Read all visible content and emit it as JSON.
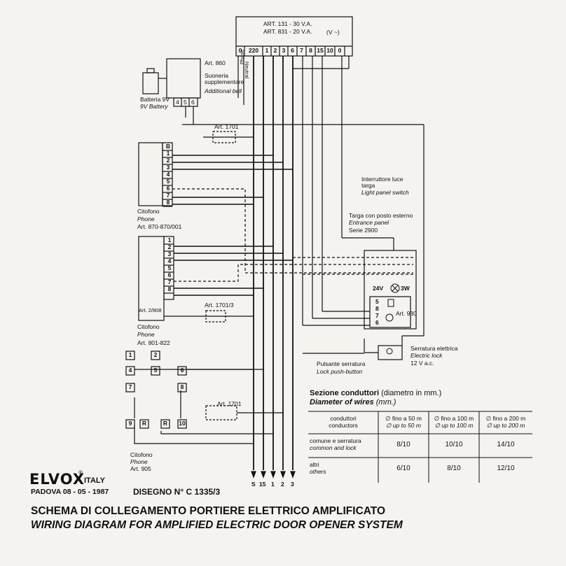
{
  "transformer": {
    "line1": "ART. 131 - 30 V.A.",
    "line2": "ART. 831 - 20 V.A.",
    "voltage": "(V ~)"
  },
  "terminals_top": [
    "0",
    "220",
    "1",
    "2",
    "3",
    "6",
    "7",
    "8",
    "15",
    "10",
    "0"
  ],
  "phase": "Phase",
  "neutral": "Neutral",
  "bell": {
    "art": "Art. 860",
    "it": "Suoneria supplementare",
    "en": "Additional bell",
    "terminals": [
      "4",
      "5",
      "6"
    ]
  },
  "battery": {
    "it": "Batteria 9V",
    "en": "9V Battery"
  },
  "relay_top": "Art. 1701",
  "relay_mid": "Art. 1701/3",
  "relay_bottom": "Art. 1701",
  "phone1": {
    "terminals": [
      "B",
      "1",
      "2",
      "3",
      "4",
      "5",
      "6",
      "7",
      "8"
    ],
    "it": "Citofono",
    "en": "Phone",
    "art": "Art. 870-870/001"
  },
  "phone2": {
    "terminals": [
      "1",
      "2",
      "3",
      "4",
      "5",
      "6",
      "7",
      "8"
    ],
    "art_small": "Art. 2/808",
    "it": "Citofono",
    "en": "Phone",
    "art": "Art. 801-822"
  },
  "phone3": {
    "terminals": [
      "1",
      "2",
      "4",
      "5",
      "6",
      "7",
      "8",
      "9",
      "R",
      "R",
      "10"
    ],
    "it": "Citofono",
    "en": "Phone",
    "art": "Art. 905"
  },
  "light_switch": {
    "it": "Interruttore luce targa",
    "en": "Light panel switch"
  },
  "entrance": {
    "it": "Targa con posto esterno",
    "en": "Entrance panel",
    "serie": "Serie 2900"
  },
  "lamp": {
    "v": "24V",
    "w": "3W"
  },
  "speaker": {
    "terminals": [
      "5",
      "8",
      "7",
      "6"
    ],
    "art": "Art. 930"
  },
  "lock": {
    "it": "Serratura elettrica",
    "en": "Electric lock",
    "v": "12 V a.c."
  },
  "pushbutton": {
    "it": "Pulsante serratura",
    "en": "Lock push-button"
  },
  "bottom_terminals": [
    "S",
    "15",
    "1",
    "2",
    "3"
  ],
  "table": {
    "title_it": "Sezione conduttori",
    "title_it2": "(diametro in mm.)",
    "title_en": "Diameter of wires",
    "title_en2": "(mm.)",
    "header": [
      {
        "it": "conduttori",
        "en": "conductors"
      },
      {
        "it": "∅ fino a 50 m",
        "en": "∅ up to 50 m"
      },
      {
        "it": "∅ fino a 100 m",
        "en": "∅ up to 100 m"
      },
      {
        "it": "∅ fino a 200 m",
        "en": "∅ up to 200 m"
      }
    ],
    "rows": [
      {
        "it": "comune e serratura",
        "en": "common and lock",
        "values": [
          "8/10",
          "10/10",
          "14/10"
        ]
      },
      {
        "it": "altri",
        "en": "others",
        "values": [
          "6/10",
          "8/10",
          "12/10"
        ]
      }
    ]
  },
  "brand": {
    "logo": "ELVOX",
    "reg": "®",
    "country": "ITALY"
  },
  "place_date": "PADOVA 08 - 05 - 1987",
  "drawing_no": "DISEGNO N° C 1335/3",
  "title_it": "SCHEMA DI COLLEGAMENTO PORTIERE ELETTRICO AMPLIFICATO",
  "title_en": "WIRING DIAGRAM FOR AMPLIFIED ELECTRIC DOOR OPENER SYSTEM"
}
